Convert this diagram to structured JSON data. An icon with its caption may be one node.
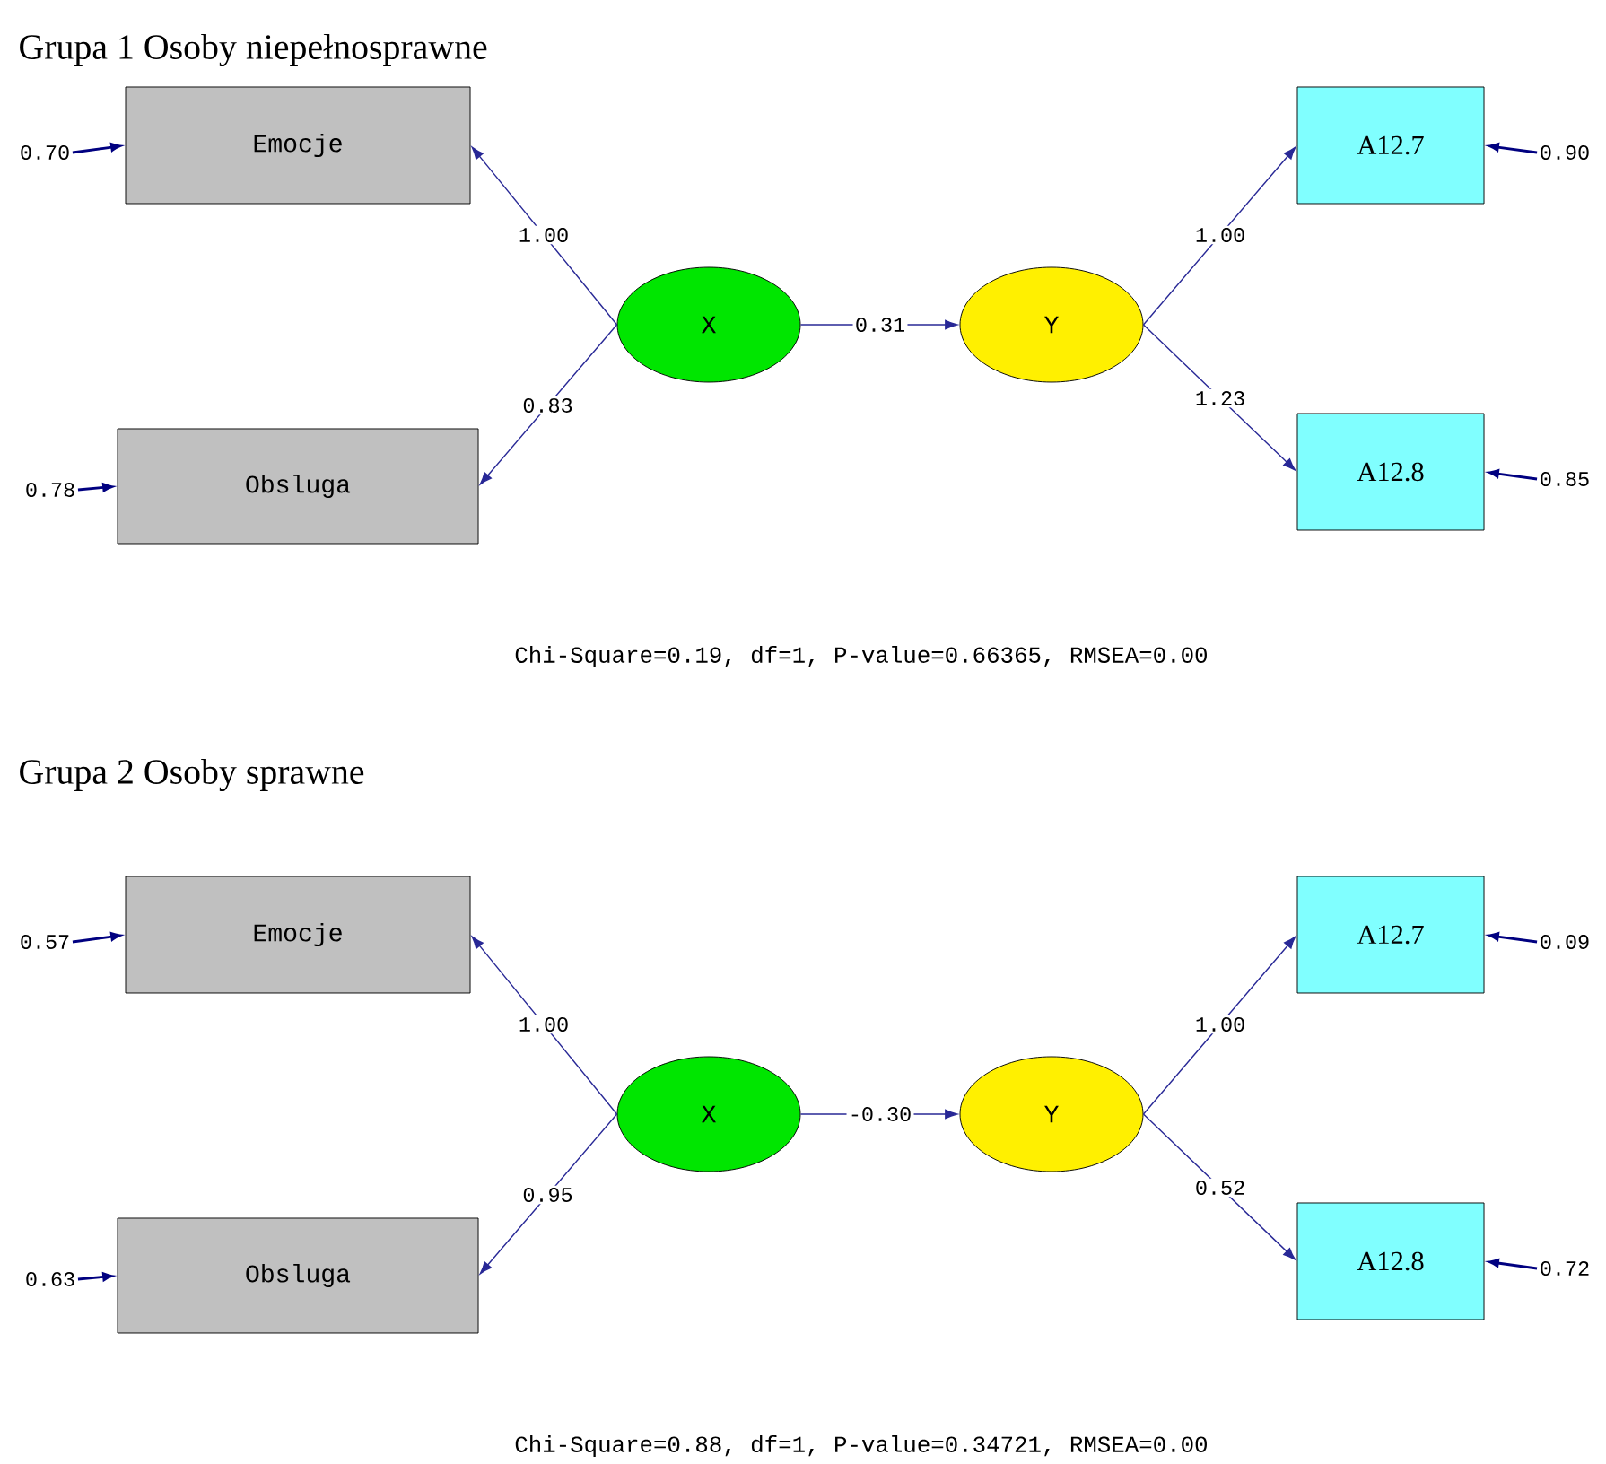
{
  "diagram": {
    "nodes": [
      {
        "text": [
          "0.70"
        ]
      },
      {
        "text": [
          "Emocje"
        ]
      },
      {
        "text": [
          "A12.7"
        ]
      },
      {
        "text": [
          "0.90"
        ]
      },
      {
        "text": [
          "X"
        ]
      },
      {
        "text": [
          "Y"
        ]
      },
      {
        "text": [
          "0.78"
        ]
      },
      {
        "text": [
          "Obsluga"
        ]
      },
      {
        "text": [
          "A12.8"
        ]
      },
      {
        "text": [
          "0.85"
        ]
      },
      {
        "text": [
          "0.57"
        ]
      },
      {
        "text": [
          "Emocje"
        ]
      },
      {
        "text": [
          "A12.7"
        ]
      },
      {
        "text": [
          "0.09"
        ]
      },
      {
        "text": [
          "X"
        ]
      },
      {
        "text": [
          "Y"
        ]
      },
      {
        "text": [
          "0.63"
        ]
      },
      {
        "text": [
          "Obsluga"
        ]
      },
      {
        "text": [
          "A12.8"
        ]
      },
      {
        "text": [
          "0.72"
        ]
      }
    ],
    "edges": [
      {
        "from": 0,
        "to": 1,
        "arrow": "to"
      },
      {
        "from": 3,
        "to": 2,
        "arrow": "to"
      },
      {
        "from": 4,
        "to": 1,
        "arrow": "to",
        "label": "1.00"
      },
      {
        "from": 4,
        "to": 5,
        "arrow": "to",
        "label": "0.31"
      },
      {
        "from": 5,
        "to": 2,
        "arrow": "to",
        "label": "1.00"
      },
      {
        "from": 4,
        "to": 7,
        "arrow": "to",
        "label": "0.83"
      },
      {
        "from": 5,
        "to": 8,
        "arrow": "to",
        "label": "1.23"
      },
      {
        "from": 6,
        "to": 7,
        "arrow": "to"
      },
      {
        "from": 9,
        "to": 8,
        "arrow": "to"
      },
      {
        "from": 10,
        "to": 11,
        "arrow": "to"
      },
      {
        "from": 13,
        "to": 12,
        "arrow": "to"
      },
      {
        "from": 14,
        "to": 11,
        "arrow": "to",
        "label": "1.00"
      },
      {
        "from": 14,
        "to": 15,
        "arrow": "to",
        "label": "-0.30"
      },
      {
        "from": 15,
        "to": 12,
        "arrow": "to",
        "label": "1.00"
      },
      {
        "from": 14,
        "to": 17,
        "arrow": "to",
        "label": "0.95"
      },
      {
        "from": 15,
        "to": 18,
        "arrow": "to",
        "label": "0.52"
      },
      {
        "from": 16,
        "to": 17,
        "arrow": "to"
      },
      {
        "from": 19,
        "to": 18,
        "arrow": "to"
      }
    ],
    "labels": [
      "Grupa 1 Osoby niepełnosprawne",
      "Chi-Square=0.19, df=1, P-value=0.66365, RMSEA=0.00",
      "Grupa 2 Osoby sprawne",
      "Chi-Square=0.88, df=1, P-value=0.34721, RMSEA=0.00"
    ]
  }
}
